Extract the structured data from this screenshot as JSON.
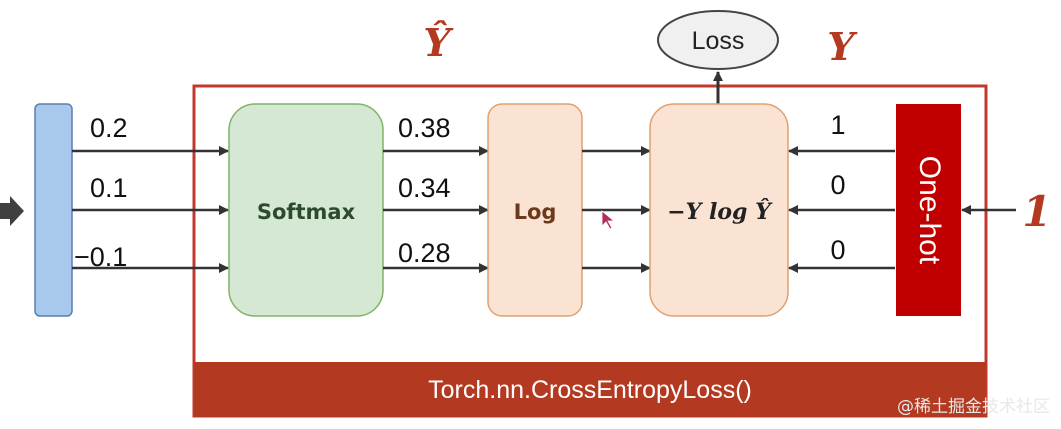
{
  "header": {
    "y_hat": "Ŷ",
    "y": "Y",
    "loss": "Loss"
  },
  "inputs": {
    "values": [
      "0.2",
      "0.1",
      "−0.1"
    ]
  },
  "softmax": {
    "label": "Softmax",
    "outputs": [
      "0.38",
      "0.34",
      "0.28"
    ]
  },
  "log": {
    "label": "Log"
  },
  "product": {
    "label": "−Y log Ŷ"
  },
  "onehot": {
    "label": "One-hot",
    "values": [
      "1",
      "0",
      "0"
    ],
    "input": "1"
  },
  "footer": {
    "label": "Torch.nn.CrossEntropyLoss()"
  },
  "watermark": "@稀土掘金技术社区",
  "colors": {
    "frame": "#c0392b",
    "footer_bg": "#b33a21",
    "onehot_bg": "#c00000",
    "title_red": "#b33a21",
    "input_bar": "#a9c8ee",
    "softmax_fill": "#d5e8d4",
    "softmax_stroke": "#82b366",
    "log_fill": "#fbe3d3",
    "log_stroke": "#e0a070",
    "arrow": "#333333"
  }
}
